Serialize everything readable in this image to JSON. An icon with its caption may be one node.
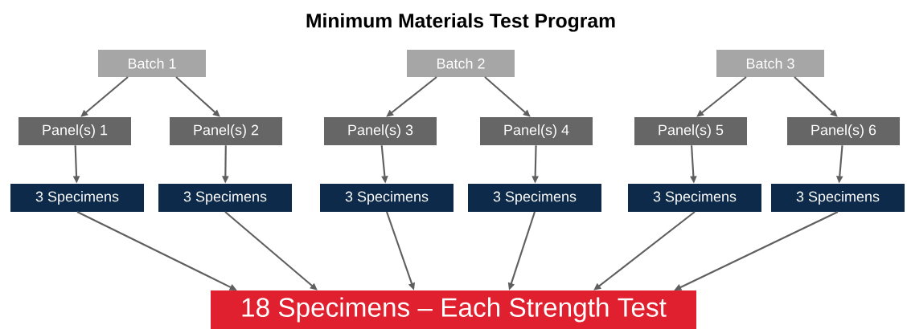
{
  "diagram": {
    "title": "Minimum Materials Test Program",
    "nodes": [
      {
        "text": [
          "Batch 1"
        ]
      },
      {
        "text": [
          "Batch 2"
        ]
      },
      {
        "text": [
          "Batch 3"
        ]
      },
      {
        "text": [
          "Panel(s) 1"
        ]
      },
      {
        "text": [
          "Panel(s) 2"
        ]
      },
      {
        "text": [
          "Panel(s) 3"
        ]
      },
      {
        "text": [
          "Panel(s) 4"
        ]
      },
      {
        "text": [
          "Panel(s) 5"
        ]
      },
      {
        "text": [
          "Panel(s) 6"
        ]
      },
      {
        "text": [
          "3 Specimens"
        ]
      },
      {
        "text": [
          "3 Specimens"
        ]
      },
      {
        "text": [
          "3 Specimens"
        ]
      },
      {
        "text": [
          "3 Specimens"
        ]
      },
      {
        "text": [
          "3 Specimens"
        ]
      },
      {
        "text": [
          "3 Specimens"
        ]
      },
      {
        "text": [
          "18 Specimens – Each Strength Test"
        ]
      }
    ],
    "edges": [
      {
        "from": 0,
        "to": 3,
        "arrow": "to"
      },
      {
        "from": 0,
        "to": 4,
        "arrow": "to"
      },
      {
        "from": 1,
        "to": 5,
        "arrow": "to"
      },
      {
        "from": 1,
        "to": 6,
        "arrow": "to"
      },
      {
        "from": 2,
        "to": 7,
        "arrow": "to"
      },
      {
        "from": 2,
        "to": 8,
        "arrow": "to"
      },
      {
        "from": 3,
        "to": 9,
        "arrow": "to"
      },
      {
        "from": 4,
        "to": 10,
        "arrow": "to"
      },
      {
        "from": 5,
        "to": 11,
        "arrow": "to"
      },
      {
        "from": 6,
        "to": 12,
        "arrow": "to"
      },
      {
        "from": 7,
        "to": 13,
        "arrow": "to"
      },
      {
        "from": 8,
        "to": 14,
        "arrow": "to"
      },
      {
        "from": 9,
        "to": 15,
        "arrow": "to"
      },
      {
        "from": 10,
        "to": 15,
        "arrow": "to"
      },
      {
        "from": 11,
        "to": 15,
        "arrow": "to"
      },
      {
        "from": 12,
        "to": 15,
        "arrow": "to"
      },
      {
        "from": 13,
        "to": 15,
        "arrow": "to"
      },
      {
        "from": 14,
        "to": 15,
        "arrow": "to"
      }
    ]
  }
}
